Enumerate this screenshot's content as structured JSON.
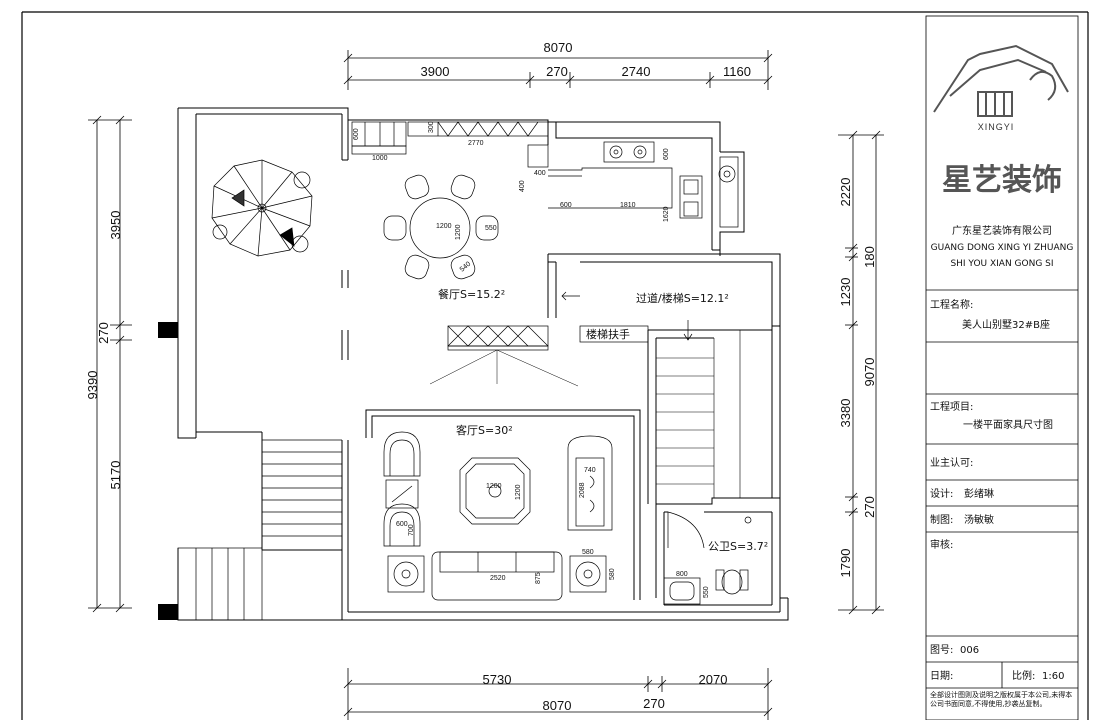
{
  "dimensions": {
    "top_total": "8070",
    "top_segments": [
      "3900",
      "270",
      "2740",
      "1160"
    ],
    "bottom_segments": [
      "5730",
      "270",
      "2070"
    ],
    "bottom_total": "8070",
    "left_total": "9390",
    "left_segments": [
      "3950",
      "270",
      "5170"
    ],
    "right_total": "9070",
    "right_segments": [
      "2220",
      "180",
      "1230",
      "3380",
      "270",
      "1790"
    ]
  },
  "rooms": {
    "dining": "餐厅S=15.2²",
    "corridor": "过道/楼梯S=12.1²",
    "handrail": "楼梯扶手",
    "living": "客厅S=30²",
    "toilet": "公卫S=3.7²"
  },
  "furniture_dims": {
    "cabinet_600": "600",
    "cabinet_1000": "1000",
    "cabinet_2770": "2770",
    "cabinet_300": "300",
    "kitchen_600": "600",
    "kitchen_400": "400",
    "kitchen_400b": "400",
    "kitchen_600b": "600",
    "kitchen_1810": "1810",
    "kitchen_1620": "1620",
    "table_1200a": "1200",
    "table_1200b": "1200",
    "chair_550": "550",
    "chair_540": "540",
    "sofa_740": "740",
    "sofa_2088": "2088",
    "coffee_1200a": "1200",
    "coffee_1200b": "1200",
    "armchair_600": "600",
    "armchair_700": "700",
    "sofa_2520": "2520",
    "sofa_875": "875",
    "side_580a": "580",
    "side_580b": "580",
    "wc_800": "800",
    "wc_550": "550"
  },
  "title_block": {
    "logo_text": "XINGYI",
    "logo_chars": "星艺装饰",
    "company_cn": "广东星艺装饰有限公司",
    "company_en_1": "GUANG DONG XING YI ZHUANG",
    "company_en_2": "SHI YOU XIAN GONG SI",
    "project_name_label": "工程名称:",
    "project_name": "美人山别墅32#B座",
    "project_item_label": "工程项目:",
    "project_item": "一楼平面家具尺寸图",
    "owner_label": "业主认可:",
    "design_label": "设计:",
    "designer": "彭绪琳",
    "draw_label": "制图:",
    "drafter": "汤敏敏",
    "review_label": "审核:",
    "drawing_no_label": "图号:",
    "drawing_no": "006",
    "date_label": "日期:",
    "scale_label": "比例:",
    "scale": "1:60",
    "copyright": "全部设计图则及说明之版权属于本公司,未得本公司书面同意,不得使用,抄袭丛复制。"
  }
}
